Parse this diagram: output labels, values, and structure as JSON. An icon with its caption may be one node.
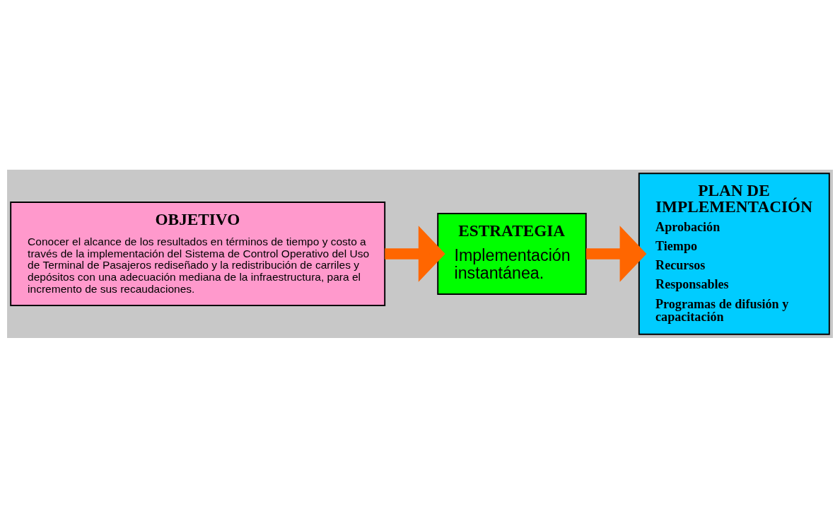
{
  "diagram": {
    "nodes": [
      {
        "text": [
          "OBJETIVO",
          "Conocer el alcance de los resultados en términos de tiempo y costo a través de la implementación del Sistema de Control Operativo del Uso de Terminal de Pasajeros rediseñado y la redistribución de carriles y depósitos con una adecuación mediana de la infraestructura, para el incremento de sus recaudaciones."
        ]
      },
      {
        "text": [
          "ESTRATEGIA",
          "Implementación instantánea."
        ]
      },
      {
        "text": [
          "PLAN DE IMPLEMENTACIÓN",
          "Aprobación",
          "Tiempo",
          "Recursos",
          "Responsables",
          "Programas de difusión y capacitación"
        ]
      }
    ],
    "edges": [
      {
        "from": 0,
        "to": 1,
        "arrow": "to"
      },
      {
        "from": 1,
        "to": 2,
        "arrow": "to"
      }
    ]
  }
}
